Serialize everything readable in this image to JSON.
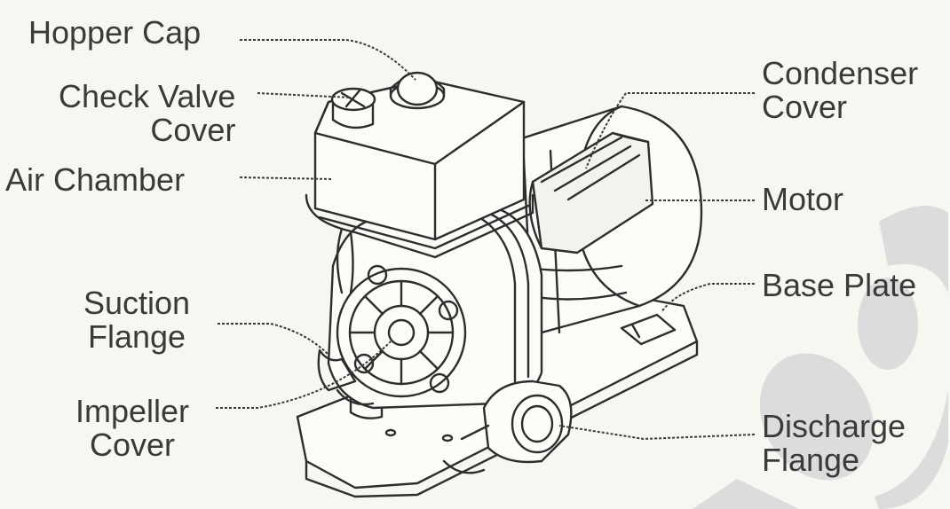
{
  "labels": {
    "hopper_cap": [
      "Hopper Cap"
    ],
    "check_valve_cover": [
      "Check Valve",
      "Cover"
    ],
    "air_chamber": [
      "Air Chamber"
    ],
    "suction_flange": [
      "Suction",
      "Flange"
    ],
    "impeller_cover": [
      "Impeller",
      "Cover"
    ],
    "condenser_cover": [
      "Condenser",
      "Cover"
    ],
    "motor": [
      "Motor"
    ],
    "base_plate": [
      "Base Plate"
    ],
    "discharge_flange": [
      "Discharge",
      "Flange"
    ]
  },
  "colors": {
    "ink": "#3a3a3a",
    "paper": "#f7f7f2",
    "watermark": "#d6d6d6"
  }
}
